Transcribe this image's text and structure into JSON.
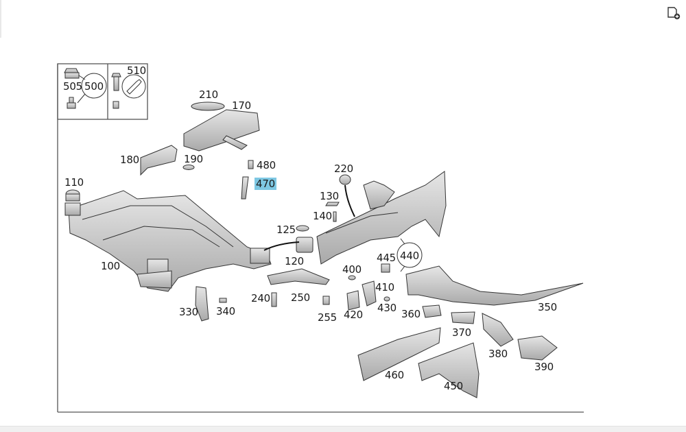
{
  "diagram": {
    "colors": {
      "part_fill": "#c9c9c9",
      "part_stroke": "#3a3a3a",
      "highlight": "#7ec8e3",
      "frame": "#555555"
    },
    "callouts": [
      {
        "id": "505",
        "text": "505"
      },
      {
        "id": "500",
        "text": "500"
      },
      {
        "id": "510",
        "text": "510"
      },
      {
        "id": "210",
        "text": "210"
      },
      {
        "id": "170",
        "text": "170"
      },
      {
        "id": "180",
        "text": "180"
      },
      {
        "id": "190",
        "text": "190"
      },
      {
        "id": "480",
        "text": "480"
      },
      {
        "id": "470",
        "text": "470",
        "highlighted": true
      },
      {
        "id": "110",
        "text": "110"
      },
      {
        "id": "220",
        "text": "220"
      },
      {
        "id": "130",
        "text": "130"
      },
      {
        "id": "140",
        "text": "140"
      },
      {
        "id": "125",
        "text": "125"
      },
      {
        "id": "120",
        "text": "120"
      },
      {
        "id": "100",
        "text": "100"
      },
      {
        "id": "445",
        "text": "445"
      },
      {
        "id": "440",
        "text": "440"
      },
      {
        "id": "400",
        "text": "400"
      },
      {
        "id": "410",
        "text": "410"
      },
      {
        "id": "240",
        "text": "240"
      },
      {
        "id": "250",
        "text": "250"
      },
      {
        "id": "330",
        "text": "330"
      },
      {
        "id": "340",
        "text": "340"
      },
      {
        "id": "255",
        "text": "255"
      },
      {
        "id": "420",
        "text": "420"
      },
      {
        "id": "430",
        "text": "430"
      },
      {
        "id": "350",
        "text": "350"
      },
      {
        "id": "360",
        "text": "360"
      },
      {
        "id": "370",
        "text": "370"
      },
      {
        "id": "380",
        "text": "380"
      },
      {
        "id": "390",
        "text": "390"
      },
      {
        "id": "460",
        "text": "460"
      },
      {
        "id": "450",
        "text": "450"
      }
    ]
  },
  "toolbar": {
    "corner_icon": "document-add-icon"
  }
}
